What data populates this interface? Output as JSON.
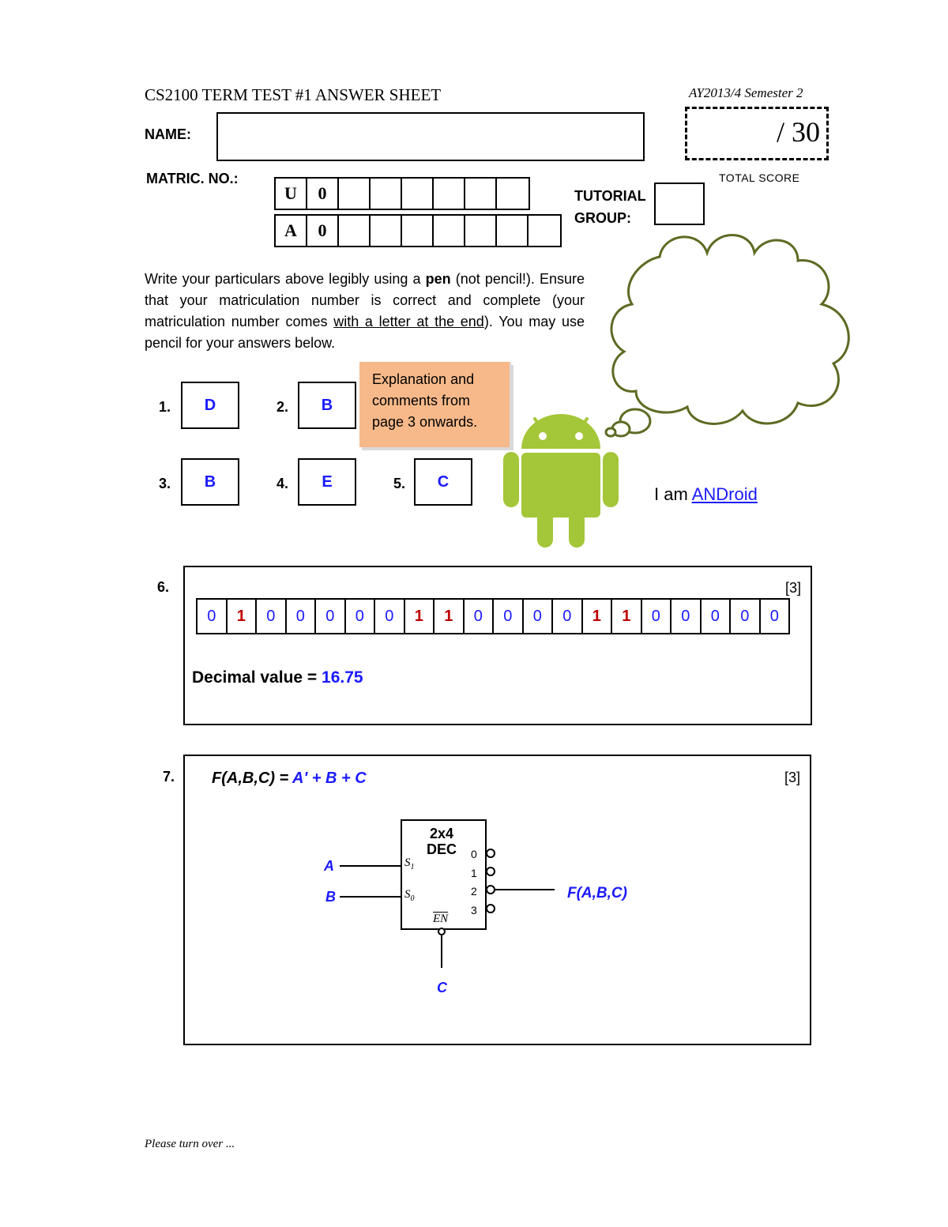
{
  "header": {
    "title": "CS2100 TERM TEST #1 ANSWER SHEET",
    "semester": "AY2013/4 Semester 2",
    "score": "/ 30",
    "score_label": "TOTAL SCORE"
  },
  "particulars": {
    "name_label": "NAME:",
    "matric_label": "MATRIC. NO.:",
    "matric_row1": [
      "U",
      "0",
      "",
      "",
      "",
      "",
      "",
      ""
    ],
    "matric_row2": [
      "A",
      "0",
      "",
      "",
      "",
      "",
      "",
      "",
      ""
    ],
    "tutorial_label_1": "TUTORIAL",
    "tutorial_label_2": "GROUP:"
  },
  "instructions": {
    "part1": "Write your particulars above legibly using a ",
    "pen": "pen",
    "part2": " (not pencil!). Ensure that your matriculation number is correct and complete (your matriculation number comes ",
    "underlined": "with a letter at the end",
    "part3": "). You may use pencil for your answers below."
  },
  "note": "Explanation and comments from page 3 onwards.",
  "android": {
    "prefix": "I am ",
    "link": "ANDroid"
  },
  "answers": [
    {
      "num": "1.",
      "value": "D"
    },
    {
      "num": "2.",
      "value": "B"
    },
    {
      "num": "3.",
      "value": "B"
    },
    {
      "num": "4.",
      "value": "E"
    },
    {
      "num": "5.",
      "value": "C"
    }
  ],
  "q6": {
    "num": "6.",
    "marks": "[3]",
    "bits": [
      "0",
      "1",
      "0",
      "0",
      "0",
      "0",
      "0",
      "1",
      "1",
      "0",
      "0",
      "0",
      "0",
      "1",
      "1",
      "0",
      "0",
      "0",
      "0",
      "0"
    ],
    "decimal_label": "Decimal value = ",
    "decimal_value": "16.75"
  },
  "q7": {
    "num": "7.",
    "marks": "[3]",
    "func_label": "F(A,B,C) = ",
    "func_value": "A' + B + C",
    "dec_title_1": "2x4",
    "dec_title_2": "DEC",
    "input_a": "A",
    "input_b": "B",
    "input_c": "C",
    "s1": "S",
    "s1_sub": "1",
    "s0": "S",
    "s0_sub": "0",
    "en": "EN",
    "outputs": [
      "0",
      "1",
      "2",
      "3"
    ],
    "output_label": "F(A,B,C)"
  },
  "footer": "Please turn over ..."
}
